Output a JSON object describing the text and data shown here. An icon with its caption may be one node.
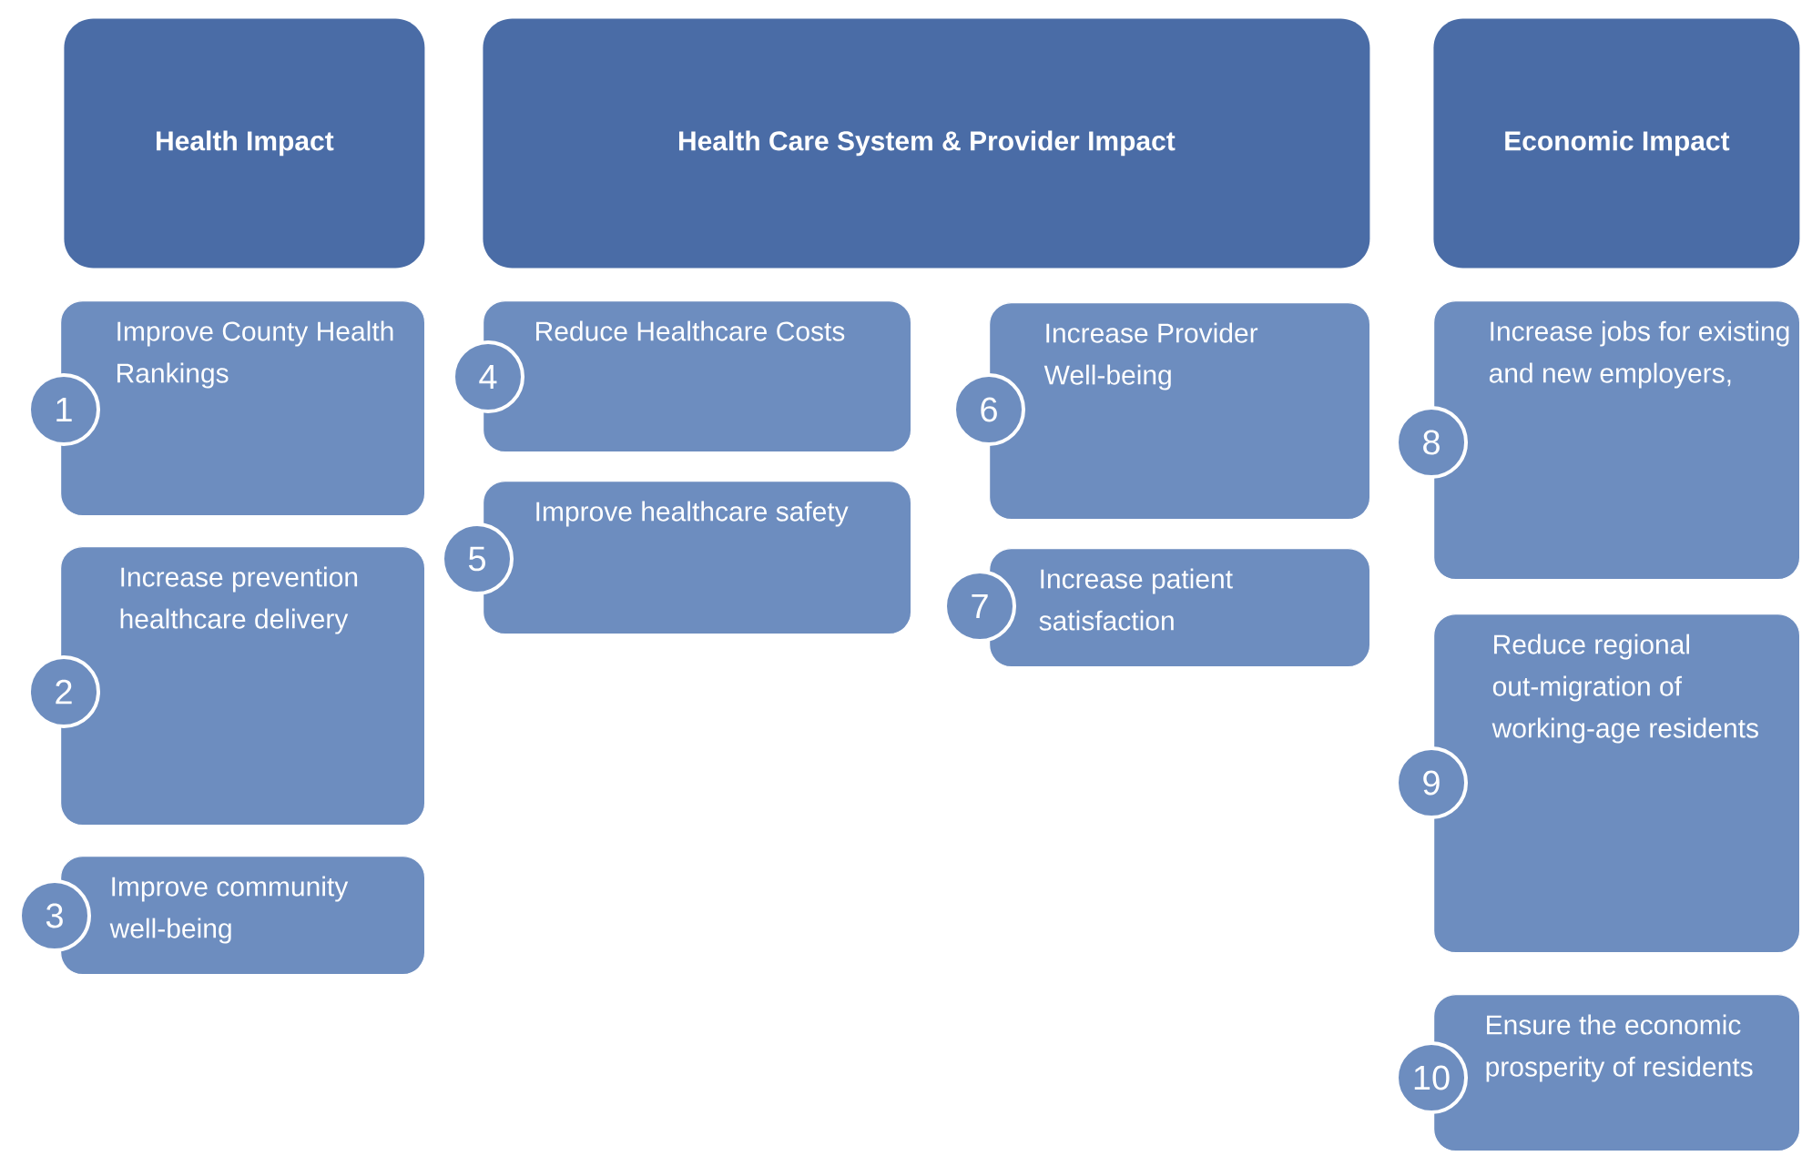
{
  "diagram": {
    "nodes": [
      {
        "text": [
          "Health Impact"
        ]
      },
      {
        "text": [
          "Health Care System &  Provider Impact"
        ]
      },
      {
        "text": [
          "Economic Impact"
        ]
      },
      {
        "text": [
          "Improve County Health Rankings"
        ]
      },
      {
        "text": [
          "1"
        ]
      },
      {
        "text": [
          "Increase prevention healthcare delivery"
        ]
      },
      {
        "text": [
          "2"
        ]
      },
      {
        "text": [
          "Improve community well-being"
        ]
      },
      {
        "text": [
          "3"
        ]
      },
      {
        "text": [
          "Reduce Healthcare Costs"
        ]
      },
      {
        "text": [
          "4"
        ]
      },
      {
        "text": [
          "Improve healthcare safety"
        ]
      },
      {
        "text": [
          "5"
        ]
      },
      {
        "text": [
          "Increase Provider Well-being"
        ]
      },
      {
        "text": [
          "6"
        ]
      },
      {
        "text": [
          "Increase patient satisfaction"
        ]
      },
      {
        "text": [
          "7"
        ]
      },
      {
        "text": [
          "Increase jobs for existing and new employers,"
        ]
      },
      {
        "text": [
          "8"
        ]
      },
      {
        "text": [
          "Reduce regional out-migration of working-age residents"
        ]
      },
      {
        "text": [
          "9"
        ]
      },
      {
        "text": [
          "Ensure the economic prosperity of residents"
        ]
      },
      {
        "text": [
          "10"
        ]
      }
    ]
  }
}
